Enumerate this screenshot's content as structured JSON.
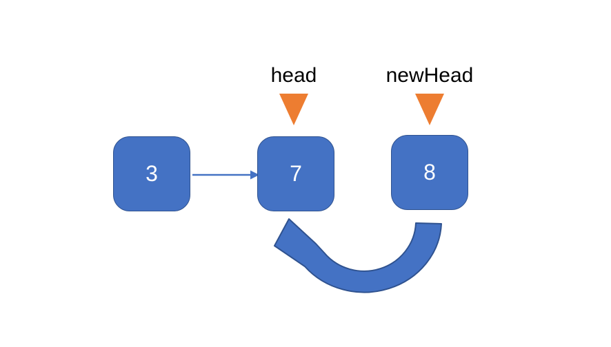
{
  "nodes": [
    {
      "value": "3"
    },
    {
      "value": "7"
    },
    {
      "value": "8"
    }
  ],
  "pointers": [
    {
      "label": "head"
    },
    {
      "label": "newHead"
    }
  ],
  "colors": {
    "background": "#ffffff",
    "node_fill": "#4472c4",
    "node_border": "#2f528f",
    "node_text": "#ffffff",
    "arrow_fill": "#4472c4",
    "arrow_border": "#2f528f",
    "pointer_marker": "#ed7d31",
    "label_text": "#000000"
  }
}
